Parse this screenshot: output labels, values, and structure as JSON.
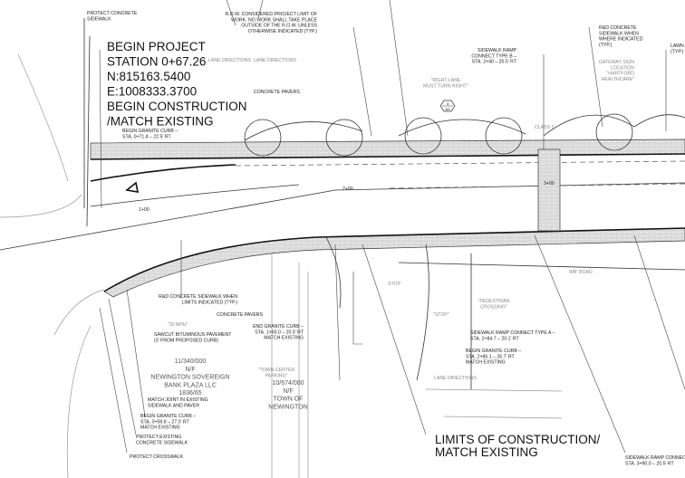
{
  "begin_project": {
    "lines": [
      "BEGIN PROJECT",
      "STATION 0+67.26",
      "N:815163.5400",
      "E:1008333.3700",
      "BEGIN CONSTRUCTION",
      "/MATCH EXISTING"
    ]
  },
  "limits_note": {
    "lines": [
      "LIMITS OF CONSTRUCTION/",
      "MATCH EXISTING"
    ]
  },
  "stations": [
    "1+00",
    "2+00",
    "3+00"
  ],
  "notes_black": [
    {
      "id": "protect-concrete-sidewalk",
      "lines": [
        "PROTECT CONCRETE",
        "SIDEWALK"
      ]
    },
    {
      "id": "row-note",
      "lines": [
        "R.O.W. CONSIDERED PROJECT LIMIT OF",
        "WORK. NO WORK SHALL TAKE PLACE",
        "OUTSIDE OF THE R.O.W. UNLESS",
        "OTHERWISE INDICATED (TYP.)"
      ]
    },
    {
      "id": "concrete-pavers-top",
      "lines": [
        "CONCRETE PAVERS"
      ]
    },
    {
      "id": "begin-granite-curb-1",
      "lines": [
        "BEGIN GRANITE CURB –",
        "STA. 0+71.8 – 22.5' RT"
      ]
    },
    {
      "id": "sidewalk-ramp-b-1",
      "lines": [
        "SIDEWALK RAMP",
        "CONNECT TYPE B –",
        "STA. 2+40 – 20.5' RT"
      ]
    },
    {
      "id": "rd-concrete-top",
      "lines": [
        "R&D CONCRETE",
        "SIDEWALK WHEN",
        "WHERE INDICATED",
        "(TYP.)"
      ]
    },
    {
      "id": "lawn",
      "lines": [
        "LAWN",
        "(TYP.)"
      ]
    },
    {
      "id": "rd-concrete-bottom",
      "lines": [
        "R&D CONCRETE SIDEWALK WHEN",
        "LIMITS INDICATED (TYP.)"
      ]
    },
    {
      "id": "concrete-pavers-bottom",
      "lines": [
        "CONCRETE PAVERS"
      ]
    },
    {
      "id": "sawcut",
      "lines": [
        "SAWCUT BITUMINOUS PAVEMENT",
        "(3' FROM PROPOSED CURB)"
      ]
    },
    {
      "id": "end-granite-curb",
      "lines": [
        "END GRANITE CURB –",
        "STA. 1+65.0 – 20.5' RT",
        "MATCH EXISTING"
      ]
    },
    {
      "id": "match-joint",
      "lines": [
        "MATCH JOINT IN EXISTING",
        "SIDEWALK AND PAVER"
      ]
    },
    {
      "id": "begin-granite-curb-2",
      "lines": [
        "BEGIN GRANITE CURB –",
        "STA. 0+59.8 – 27.0' RT",
        "MATCH EXISTING"
      ]
    },
    {
      "id": "protect-existing-sidewalk",
      "lines": [
        "PROTECT EXISTING",
        "CONCRETE SIDEWALK"
      ]
    },
    {
      "id": "protect-crosswalk",
      "lines": [
        "PROTECT CROSSWALK"
      ]
    },
    {
      "id": "sidewalk-ramp-a",
      "lines": [
        "SIDEWALK RAMP CONNECT TYPE A –",
        "STA. 2+84.7 – 20.1' RT"
      ]
    },
    {
      "id": "begin-granite-curb-3",
      "lines": [
        "BEGIN GRANITE CURB –",
        "STA. 2+85.1 – 26.7' RT",
        "MATCH EXISTING"
      ]
    },
    {
      "id": "sidewalk-ramp-b-2",
      "lines": [
        "SIDEWALK RAMP CONNECT TYPE B –",
        "STA. 3+90.0 – 20.5' RT"
      ]
    }
  ],
  "notes_gray": [
    {
      "id": "lane-directions-1",
      "lines": [
        "LANE DIRECTIONS"
      ]
    },
    {
      "id": "lane-directions-2",
      "lines": [
        "LANE DIRECTIONS"
      ]
    },
    {
      "id": "right-lane-sign",
      "lines": [
        "\"RIGHT LANE",
        "MUST TURN RIGHT\""
      ]
    },
    {
      "id": "gateway-sign",
      "lines": [
        "GATEWAY SIGN",
        "LOCATION",
        "\"HARTFORD",
        "HEALTHCARE\""
      ]
    },
    {
      "id": "class-2",
      "lines": [
        "CLASS 2"
      ]
    },
    {
      "id": "speed-sign",
      "lines": [
        "\"30 MPH\""
      ]
    },
    {
      "id": "town-center-parking",
      "lines": [
        "\"TOWN CENTER",
        "PARKING\""
      ]
    },
    {
      "id": "stop-1",
      "lines": [
        "STOP"
      ]
    },
    {
      "id": "stop-2",
      "lines": [
        "\"STOP\""
      ]
    },
    {
      "id": "ped-crossing",
      "lines": [
        "\"PEDESTRIAN",
        "CROSSING\""
      ]
    },
    {
      "id": "lane-directions-3",
      "lines": [
        "LANE DIRECTIONS"
      ]
    },
    {
      "id": "wb-road",
      "lines": [
        "WB' ROAD"
      ]
    }
  ],
  "parcels": [
    {
      "lines": [
        "11/340/000",
        "N/F",
        "NEWINGTON SOVEREIGN",
        "BANK PLAZA LLC",
        "1836/65"
      ]
    },
    {
      "lines": [
        "10/674/000",
        "N/F",
        "TOWN OF",
        "NEWINGTON"
      ]
    }
  ],
  "detail_marker": {
    "top": "3",
    "bottom": "A3"
  }
}
